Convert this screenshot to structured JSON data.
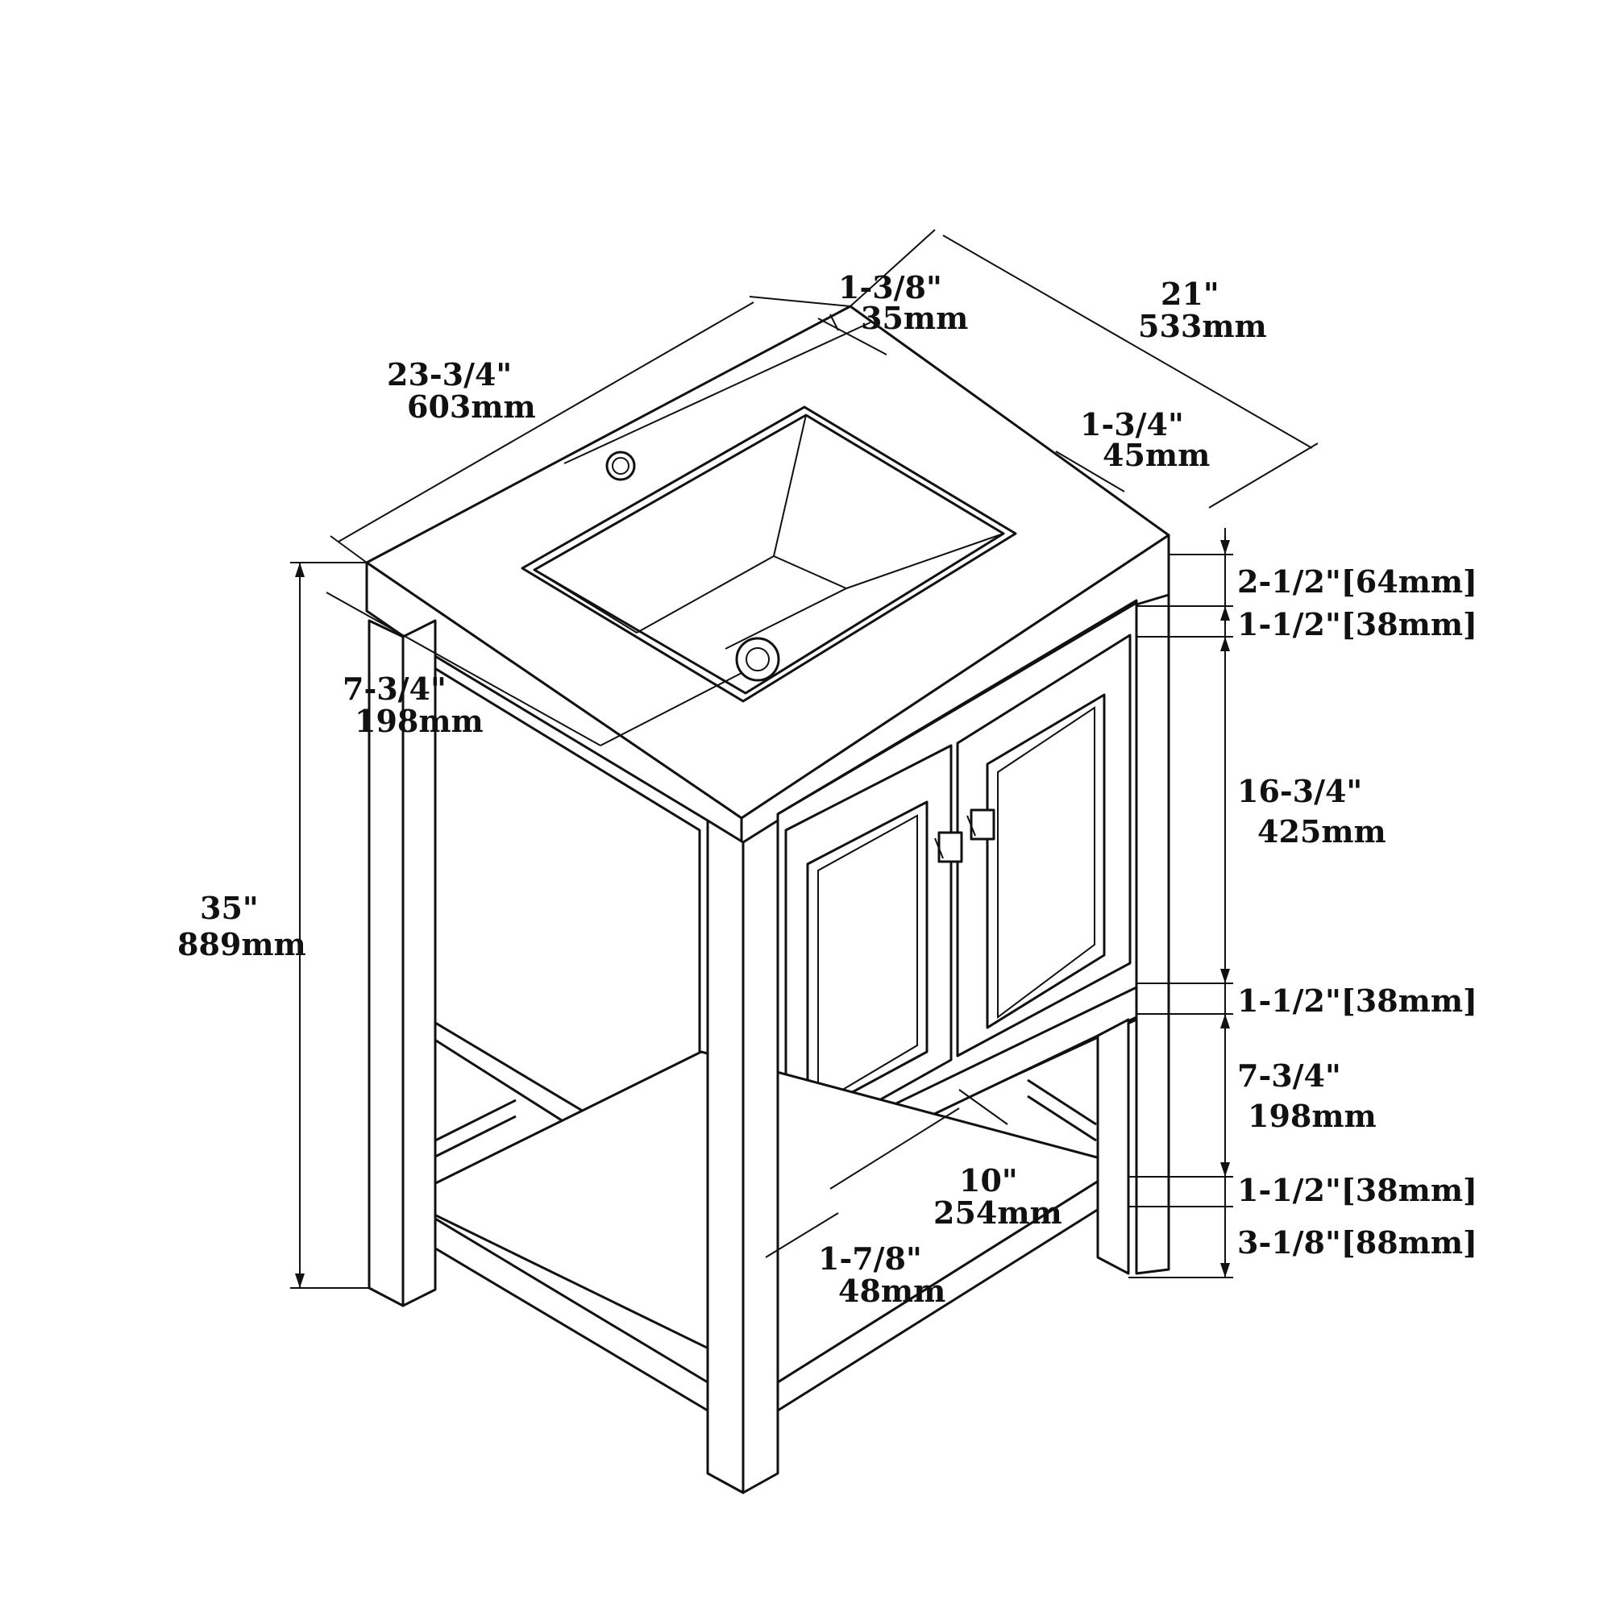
{
  "dimensions": {
    "overall_width": {
      "in": "23-3/4\"",
      "mm": "603mm"
    },
    "overall_depth": {
      "in": "21\"",
      "mm": "533mm"
    },
    "overall_height": {
      "in": "35\"",
      "mm": "889mm"
    },
    "backsplash_gap": {
      "in": "1-3/8\"",
      "mm": "35mm"
    },
    "basin_side_margin": {
      "in": "1-3/4\"",
      "mm": "45mm"
    },
    "front_overhang": {
      "in": "7-3/4\"",
      "mm": "198mm"
    },
    "top_thickness": "2-1/2\"[64mm]",
    "upper_rail": "1-1/2\"[38mm]",
    "door_height": {
      "in": "16-3/4\"",
      "mm": "425mm"
    },
    "lower_rail": "1-1/2\"[38mm]",
    "open_shelf_height": {
      "in": "7-3/4\"",
      "mm": "198mm"
    },
    "shelf_thickness": "1-1/2\"[38mm]",
    "toe_height": "3-1/8\"[88mm]",
    "shelf_depth": {
      "in": "10\"",
      "mm": "254mm"
    },
    "leg_width": {
      "in": "1-7/8\"",
      "mm": "48mm"
    }
  }
}
